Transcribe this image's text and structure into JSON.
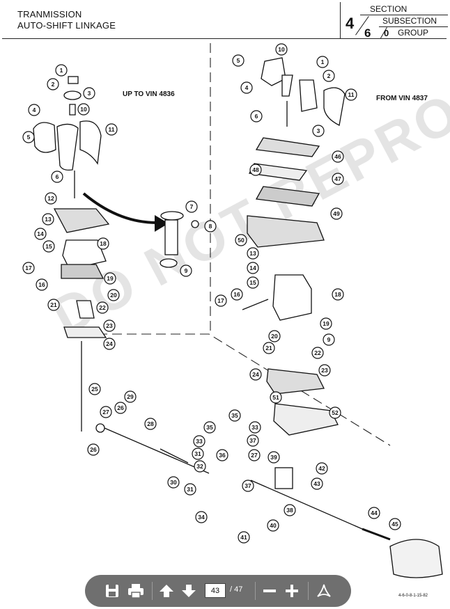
{
  "header": {
    "title_line1": "TRANMISSION",
    "title_line2": "AUTO-SHIFT LINKAGE",
    "section_label": "SECTION",
    "section_value": "4",
    "subsection_label": "SUBSECTION",
    "subsection_value": "6",
    "group_value": "0",
    "group_label": "GROUP"
  },
  "notes": {
    "left": "UP TO VIN 4836",
    "right": "FROM VIN 4837"
  },
  "watermark": "DO NOT REPRODUCE",
  "drawing_code": "4-6-0-8-1-15-82",
  "toolbar": {
    "current_page": "43",
    "total_pages": "/ 47",
    "icons": [
      "save-icon",
      "print-icon",
      "arrow-up-icon",
      "arrow-down-icon",
      "zoom-out-icon",
      "zoom-in-icon",
      "acrobat-icon"
    ]
  },
  "callouts": [
    "1",
    "2",
    "3",
    "10",
    "4",
    "5",
    "11",
    "6",
    "12",
    "13",
    "14",
    "15",
    "18",
    "17",
    "16",
    "19",
    "20",
    "21",
    "22",
    "23",
    "24",
    "25",
    "7",
    "8",
    "9",
    "1",
    "10",
    "2",
    "5",
    "4",
    "3",
    "11",
    "6",
    "46",
    "48",
    "47",
    "49",
    "50",
    "13",
    "14",
    "15",
    "18",
    "16",
    "17",
    "19",
    "20",
    "9",
    "21",
    "22",
    "23",
    "24",
    "51",
    "52",
    "29",
    "27",
    "26",
    "28",
    "35",
    "33",
    "31",
    "32",
    "30",
    "36",
    "31",
    "37",
    "34",
    "41",
    "35",
    "33",
    "37",
    "27",
    "39",
    "42",
    "43",
    "40",
    "38",
    "44",
    "45",
    "26"
  ]
}
